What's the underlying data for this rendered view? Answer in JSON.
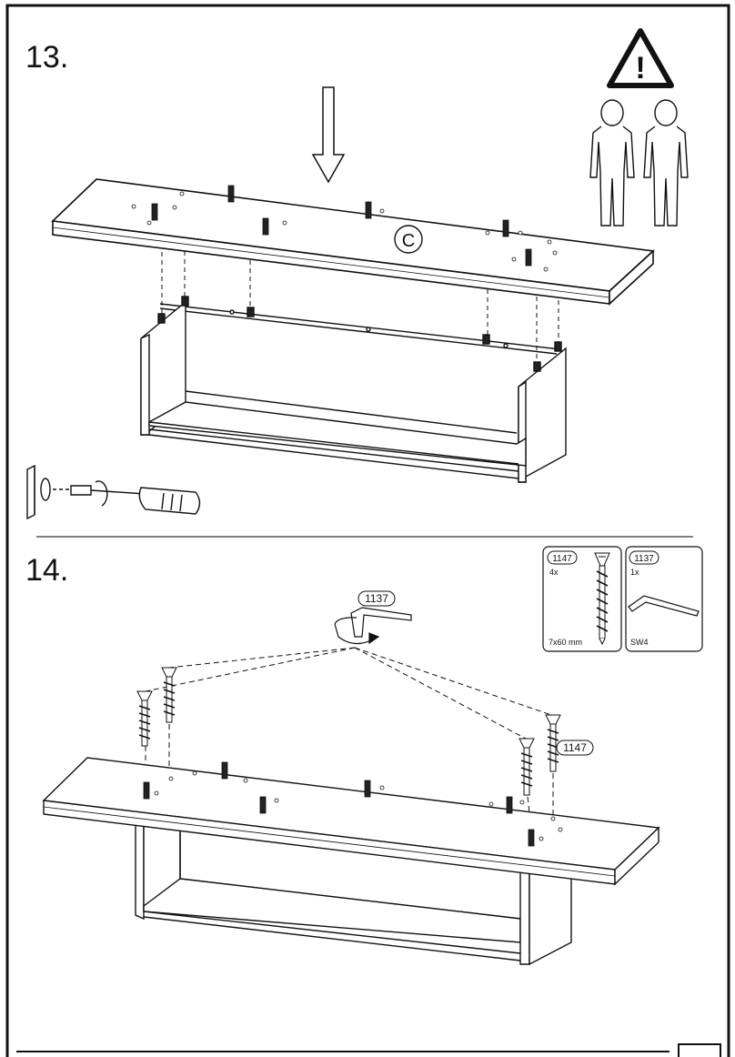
{
  "steps": [
    {
      "number": "13.",
      "panel_label": "C"
    },
    {
      "number": "14."
    }
  ],
  "parts": [
    {
      "code": "1147",
      "qty": "4x",
      "spec": "7x60 mm",
      "icon": "screw-icon"
    },
    {
      "code": "1137",
      "qty": "1x",
      "spec": "SW4",
      "icon": "hex-key-icon"
    }
  ],
  "callouts": {
    "tool": "1137",
    "screw": "1147"
  },
  "warning": {
    "icon": "warning-triangle-icon",
    "symbol": "!",
    "people_icon": "two-person-icon"
  }
}
